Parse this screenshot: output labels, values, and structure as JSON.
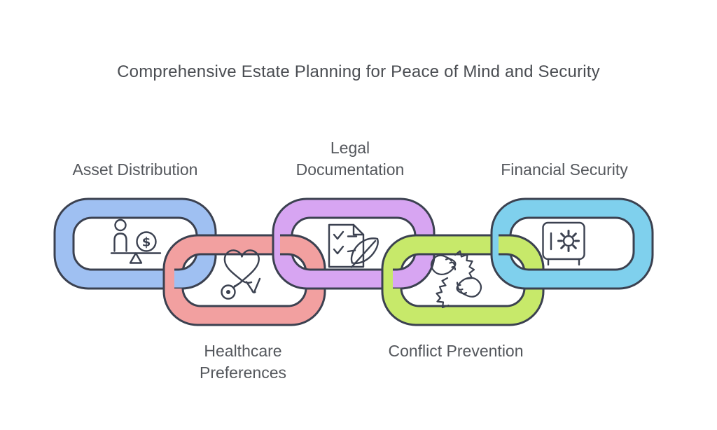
{
  "title": "Comprehensive Estate Planning for Peace of Mind and Security",
  "links": [
    {
      "id": "asset-distribution",
      "label": "Asset Distribution",
      "color": "#9fc0f2",
      "icon": "balance-person-dollar-icon",
      "row": "top",
      "label_position": "above"
    },
    {
      "id": "healthcare-preferences",
      "label": "Healthcare Preferences",
      "color": "#f2a0a0",
      "icon": "heart-stethoscope-icon",
      "row": "bottom",
      "label_position": "below"
    },
    {
      "id": "legal-documentation",
      "label": "Legal Documentation",
      "color": "#d7a5f2",
      "icon": "document-checklist-quill-icon",
      "row": "top",
      "label_position": "above"
    },
    {
      "id": "conflict-prevention",
      "label": "Conflict Prevention",
      "color": "#c7e96a",
      "icon": "fist-bump-icon",
      "row": "bottom",
      "label_position": "below"
    },
    {
      "id": "financial-security",
      "label": "Financial Security",
      "color": "#7fd0ed",
      "icon": "safe-dial-icon",
      "row": "top",
      "label_position": "above"
    }
  ],
  "colors": {
    "background": "#ffffff",
    "outline": "#3b4150",
    "title_text": "#4a4d52",
    "label_text": "#54575c"
  }
}
